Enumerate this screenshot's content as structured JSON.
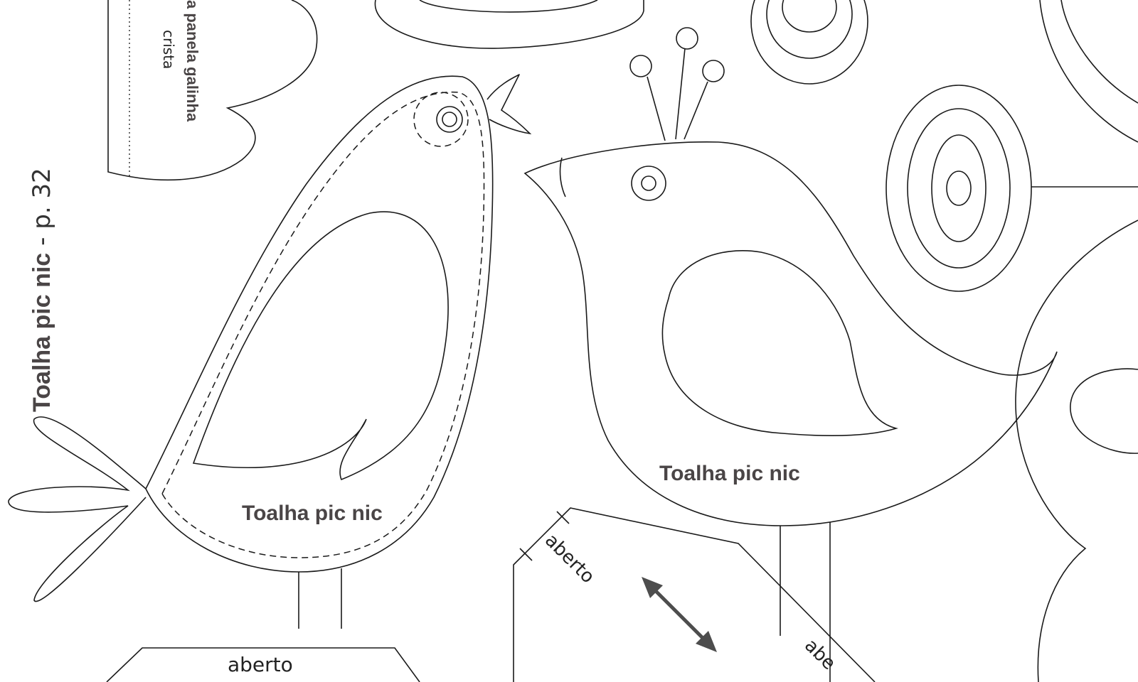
{
  "sheet": {
    "side_title": "Toalha pic nic",
    "side_page": "- p. 32",
    "top_label_bold": "a panela galinha",
    "top_label": "crista",
    "bird_left_label": "Toalha pic nic",
    "bird_right_label": "Toalha pic nic",
    "open_bottom_left": "aberto",
    "open_diagonal": "aberto",
    "open_bottom_right": "abe"
  },
  "colors": {
    "line": "#1a1a1a",
    "label": "#4a4546",
    "arrow": "#4d4d4d"
  }
}
